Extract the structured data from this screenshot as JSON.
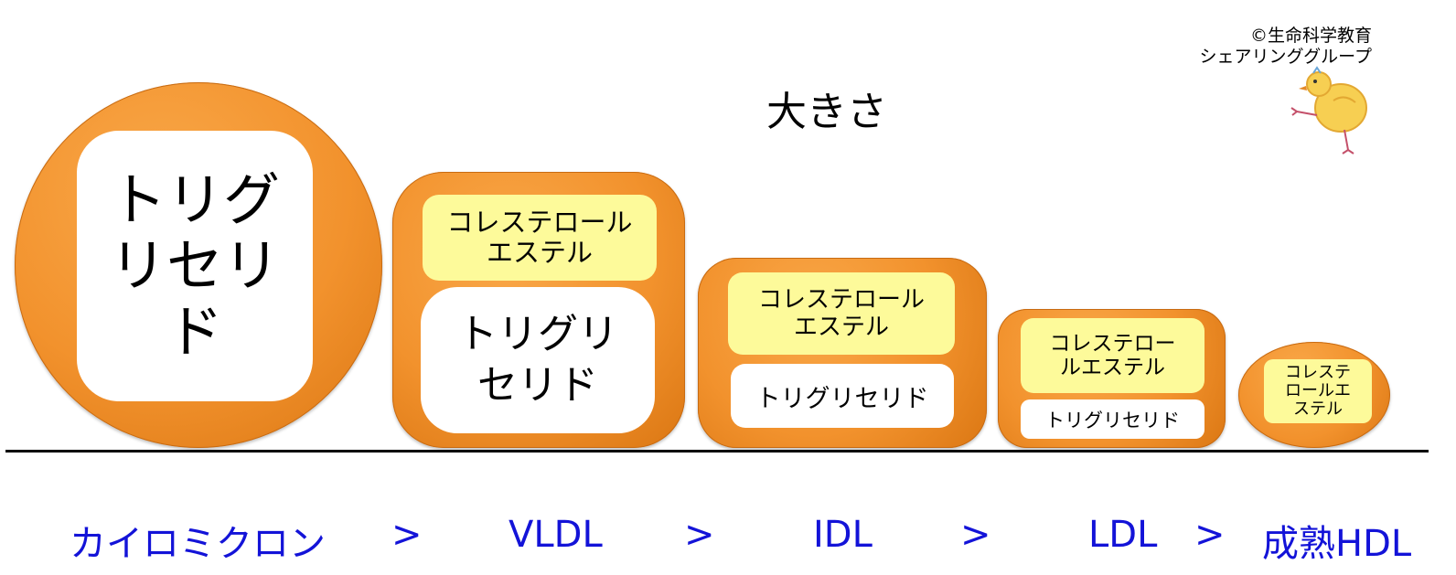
{
  "copyright": {
    "line1": "©生命科学教育",
    "line2": "シェアリンググループ"
  },
  "title": "大きさ",
  "particles": {
    "chylomicron": {
      "tg": "トリグリセリド"
    },
    "vldl": {
      "ce": "コレステロールエステル",
      "tg": "トリグリセリド"
    },
    "idl": {
      "ce": "コレステロールエステル",
      "tg": "トリグリセリド"
    },
    "ldl": {
      "ce": "コレステロールエステル",
      "tg": "トリグリセリド"
    },
    "hdl": {
      "ce": "コレステロールエステル"
    }
  },
  "labels": {
    "chylomicron": "カイロミクロン",
    "vldl": "VLDL",
    "idl": "IDL",
    "ldl": "LDL",
    "hdl": "成熟HDL"
  },
  "comparator": ">",
  "colors": {
    "particle": "#f2922d",
    "cholesterol_ester": "#fdfa9a",
    "triglyceride": "#ffffff",
    "label": "#1313d8"
  }
}
